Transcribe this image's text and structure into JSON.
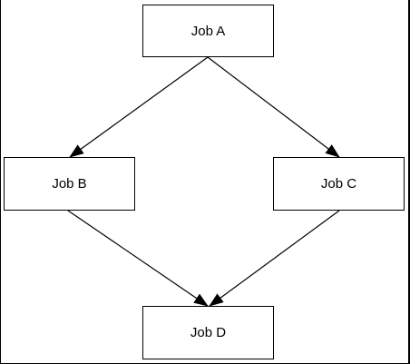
{
  "diagram": {
    "nodes": [
      {
        "id": "a",
        "label": "Job A"
      },
      {
        "id": "b",
        "label": "Job B"
      },
      {
        "id": "c",
        "label": "Job C"
      },
      {
        "id": "d",
        "label": "Job D"
      }
    ],
    "edges": [
      {
        "from": "a",
        "to": "b"
      },
      {
        "from": "a",
        "to": "c"
      },
      {
        "from": "b",
        "to": "d"
      },
      {
        "from": "c",
        "to": "d"
      }
    ]
  }
}
